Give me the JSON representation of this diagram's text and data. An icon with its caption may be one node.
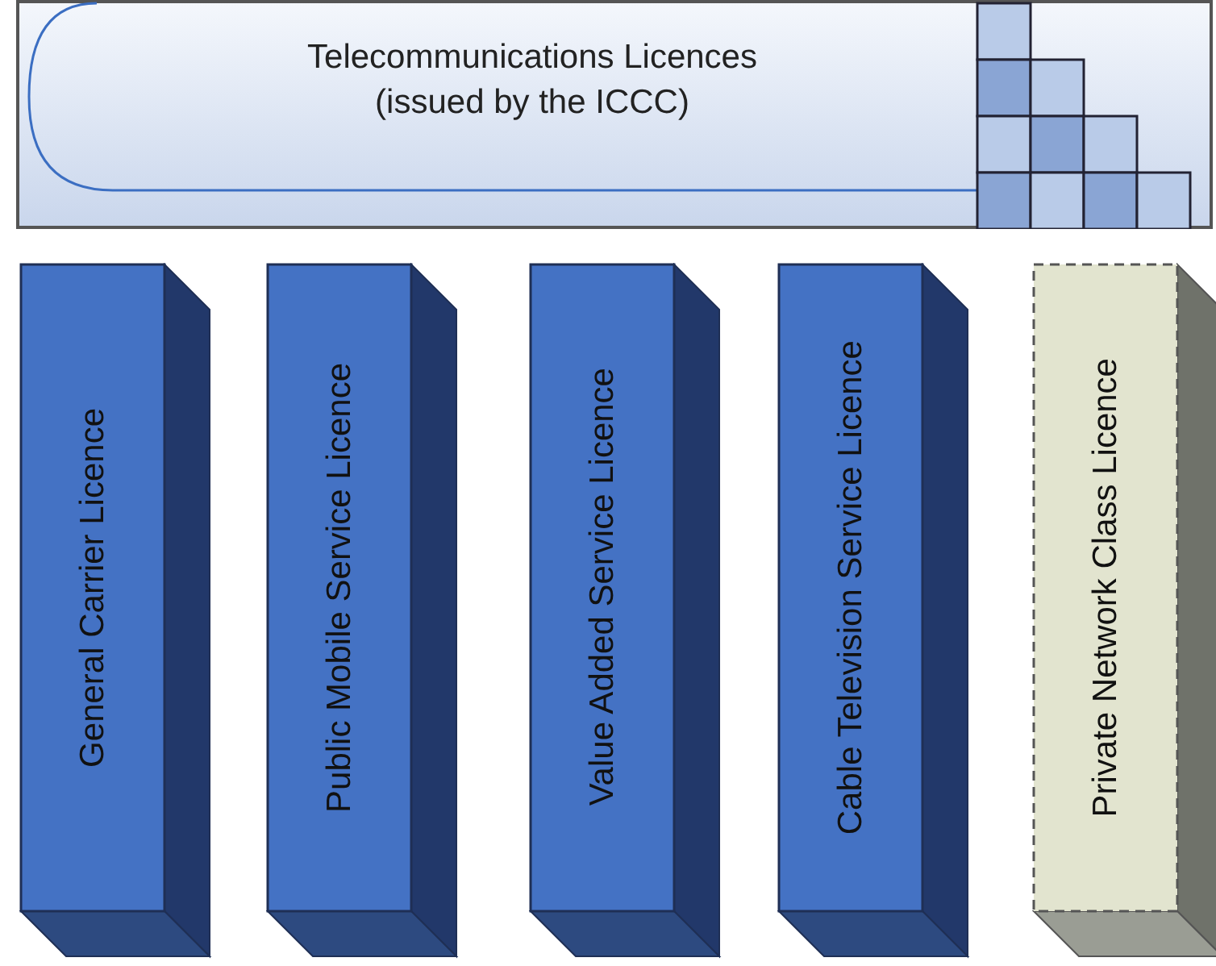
{
  "diagram": {
    "nodes": [
      {
        "text": [
          "Telecommunications Licences (issued by the ICCC)"
        ]
      },
      {
        "text": [
          "General Carrier Licence"
        ]
      },
      {
        "text": [
          "Public Mobile Service Licence"
        ]
      },
      {
        "text": [
          "Value Added Service Licence"
        ]
      },
      {
        "text": [
          "Cable Television Service Licence"
        ]
      },
      {
        "text": [
          "Private Network Class Licence"
        ]
      }
    ],
    "edges": []
  }
}
